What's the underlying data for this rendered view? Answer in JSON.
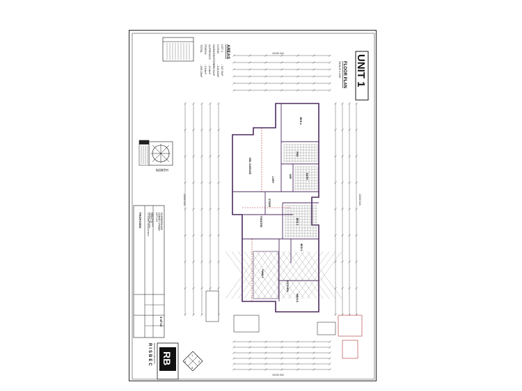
{
  "title": {
    "unit": "UNIT 1",
    "subtitle": "FLOOR PLAN",
    "scale": "SCALE 1:100"
  },
  "areas": {
    "heading": "AREAS",
    "rows": [
      {
        "label": "LOT 1",
        "value": "- 347.5m²"
      },
      {
        "label": "LIVING",
        "value": "- 144.62m²"
      },
      {
        "label": "GARAGE/STORE",
        "value": "- 36.91m²"
      },
      {
        "label": "ALFRESCO",
        "value": "- 13.8m²"
      },
      {
        "label": "PORCH",
        "value": "- 4.04m²"
      },
      {
        "label": "TOTAL",
        "value": "- 199.39m²"
      }
    ]
  },
  "north_label": "NORTH",
  "rooms": [
    "BED 4",
    "DBL GARAGE",
    "STORE",
    "BED 3",
    "BED 2",
    "THEATRE",
    "KITCHEN",
    "FAMILY",
    "MEALS",
    "ENS",
    "WIR",
    "BATH",
    "LDRY"
  ],
  "dimensions": {
    "top_overall": "10190 O/A",
    "bottom_overall": "10190 O/A",
    "left_overall": "22020 O/A",
    "right_overall": "22020 O/A"
  },
  "project": {
    "proposal": "PROPOSED",
    "client_lines": [
      "4 X HOMES DEVELOPMENT",
      "DESIGN: MELISSA",
      "DRAWN: J.B",
      "PWEF 18/19 EDN"
    ],
    "address_lines": [
      "LOT 1 #1",
      "CORNET STREET",
      "SCARBOROUGH"
    ],
    "sheet": "2 of 13"
  },
  "company": {
    "logo": "RB",
    "name": "RISBEC",
    "tagline": "RESIDENTIAL BUILDING"
  },
  "colors": {
    "wall": "#4b2a5e",
    "line": "#222222",
    "accent_red": "#b03030"
  }
}
